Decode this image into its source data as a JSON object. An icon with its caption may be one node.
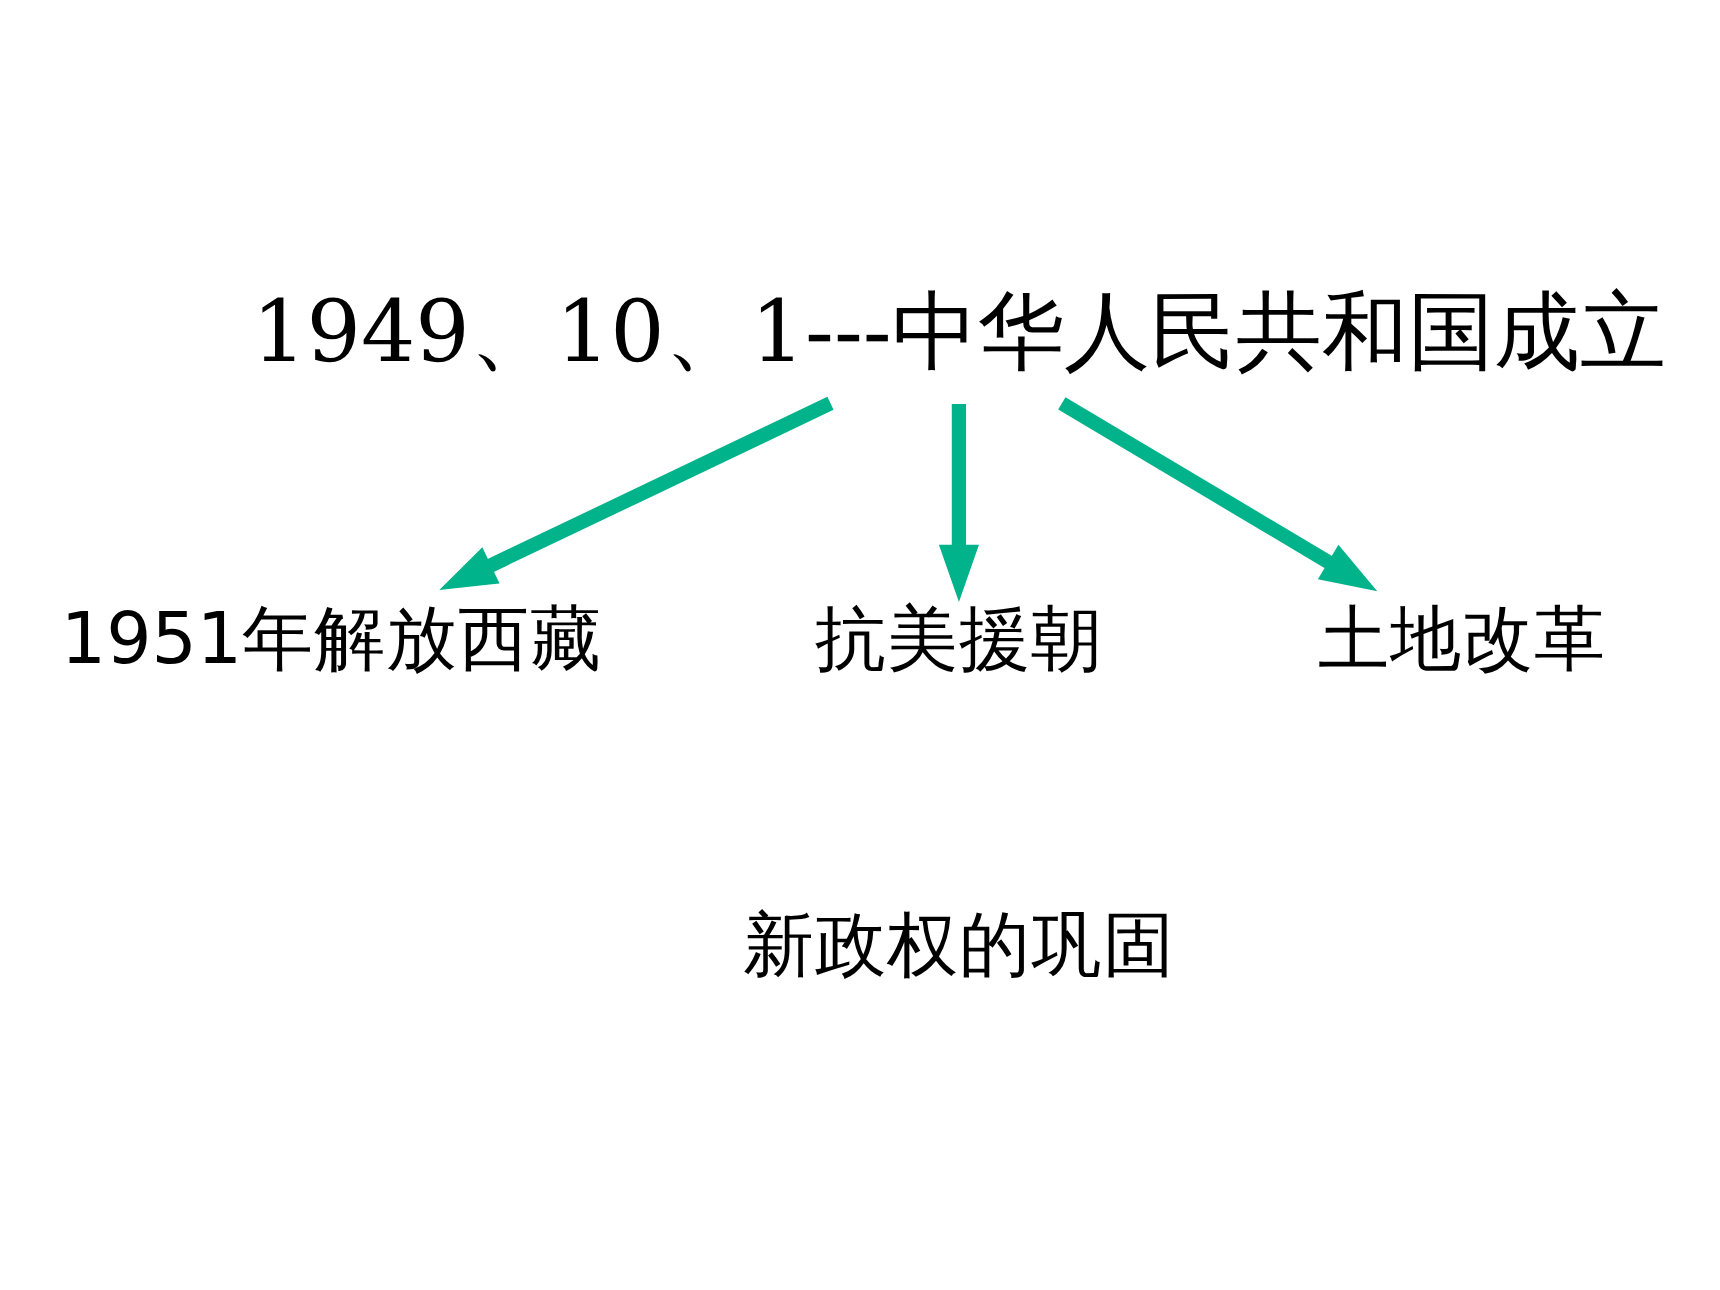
{
  "diagram": {
    "nodes": [
      {
        "text": [
          "1949、10、1---中华人民共和国成立"
        ]
      },
      {
        "text": [
          "1951年解放西藏"
        ]
      },
      {
        "text": [
          "抗美援朝"
        ]
      },
      {
        "text": [
          "土地改革"
        ]
      }
    ],
    "edges": [
      {
        "from": 0,
        "to": 1,
        "arrow": "to"
      },
      {
        "from": 0,
        "to": 2,
        "arrow": "to"
      },
      {
        "from": 0,
        "to": 3,
        "arrow": "to"
      }
    ],
    "labels": [
      "新政权的巩固"
    ]
  }
}
